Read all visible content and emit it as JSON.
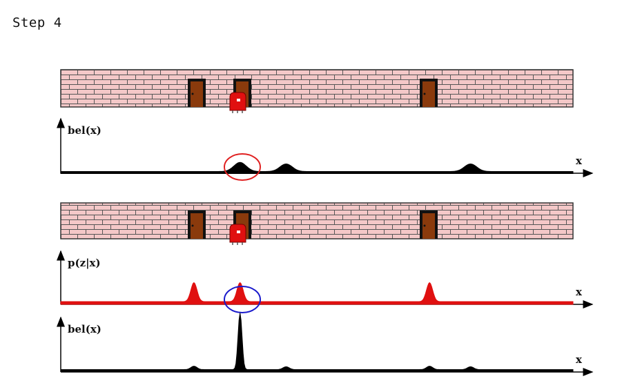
{
  "step_title": "Step 4",
  "panels": [
    {
      "id": "belief-before",
      "ylabel": "bel(x)",
      "xlabel": "x",
      "color": "#000000",
      "peaks": [
        {
          "x": 0.35,
          "h": 0.12
        },
        {
          "x": 0.44,
          "h": 0.1
        },
        {
          "x": 0.8,
          "h": 0.1
        }
      ],
      "highlight": {
        "x": 0.35,
        "color": "#e02020"
      }
    },
    {
      "id": "measurement-model",
      "ylabel": "p(z|x)",
      "xlabel": "x",
      "color": "#e01010",
      "peaks": [
        {
          "x": 0.26,
          "h": 0.25
        },
        {
          "x": 0.35,
          "h": 0.25
        },
        {
          "x": 0.72,
          "h": 0.25
        }
      ],
      "highlight": {
        "x": 0.35,
        "color": "#1a1acc"
      }
    },
    {
      "id": "belief-after",
      "ylabel": "bel(x)",
      "xlabel": "x",
      "color": "#000000",
      "peaks": [
        {
          "x": 0.26,
          "h": 0.06
        },
        {
          "x": 0.35,
          "h": 1.0
        },
        {
          "x": 0.44,
          "h": 0.05
        },
        {
          "x": 0.72,
          "h": 0.06
        },
        {
          "x": 0.8,
          "h": 0.05
        }
      ]
    }
  ],
  "colors": {
    "brick": "#f4c8c8",
    "mortar": "#555555",
    "door": "#8a3a0c",
    "robot": "#e01010"
  }
}
